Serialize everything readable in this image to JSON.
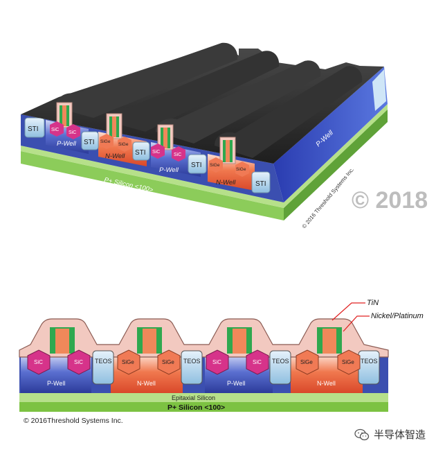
{
  "top_view": {
    "labels": {
      "sti": "STI",
      "sic": "SiC",
      "sige": "SiGe",
      "p_well": "P-Well",
      "n_well": "N-Well",
      "substrate": "P+ Silicon <100>"
    },
    "side_copyright": "© 2016 Threshold Systems Inc.",
    "watermark": "© 2018"
  },
  "cross_section": {
    "callouts": {
      "tin": "TiN",
      "nickel_platinum": "Nickel/Platinum"
    },
    "labels": {
      "sic": "SiC",
      "sige": "SiGe",
      "teos": "TEOS",
      "p_well": "P-Well",
      "n_well": "N-Well",
      "epitaxial": "Epitaxial Silicon",
      "substrate": "P+ Silicon <100>"
    },
    "copyright": "© 2016Threshold Systems Inc."
  },
  "brand": {
    "text": "半导体智造",
    "icon": "wechat-icon"
  },
  "colors": {
    "gate_black": "#2b2b2b",
    "p_well": "#3b4fb0",
    "n_well": "#e8623a",
    "sti": "#a9cde6",
    "epi_green": "#7cc242",
    "sic_magenta": "#d6338a",
    "sige_orange": "#f07a55",
    "tin_green": "#2fa84f",
    "gate_orange": "#f0885a",
    "ni_pt_pink": "#f2c9c0"
  }
}
